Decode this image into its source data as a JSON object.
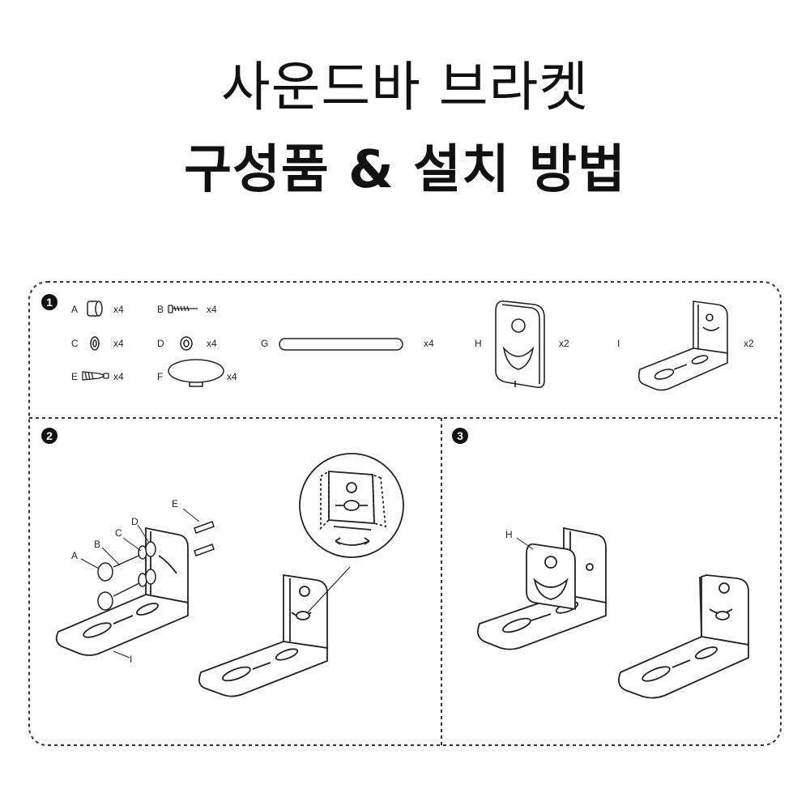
{
  "title": {
    "line1": "사운드바 브라켓",
    "line2": "구성품 & 설치 방법"
  },
  "steps": [
    "1",
    "2",
    "3"
  ],
  "parts": [
    {
      "letter": "A",
      "qty": "x4"
    },
    {
      "letter": "B",
      "qty": "x4"
    },
    {
      "letter": "C",
      "qty": "x4"
    },
    {
      "letter": "D",
      "qty": "x4"
    },
    {
      "letter": "E",
      "qty": "x4"
    },
    {
      "letter": "F",
      "qty": "x4"
    },
    {
      "letter": "G",
      "qty": "x4"
    },
    {
      "letter": "H",
      "qty": "x2"
    },
    {
      "letter": "I",
      "qty": "x2"
    }
  ],
  "callouts": {
    "step2": [
      "A",
      "B",
      "C",
      "D",
      "E",
      "I"
    ],
    "step3": [
      "H"
    ]
  },
  "colors": {
    "line": "#222222",
    "border": "#333333",
    "badge": "#111111"
  }
}
